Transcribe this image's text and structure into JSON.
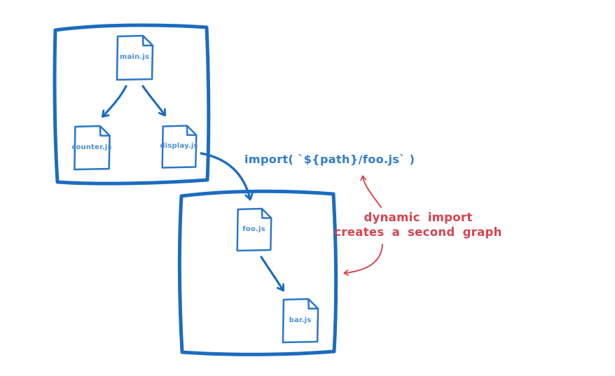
{
  "colors": {
    "box_blue": "#1b6cc0",
    "icon_blue": "#2b77c9",
    "label_blue": "#4a8fd6",
    "code_blue": "#2f7ccb",
    "annotation_red": "#d6434f",
    "background": "#ffffff"
  },
  "graph1": {
    "nodes": {
      "main": "main.js",
      "counter": "counter.js",
      "display": "display.js"
    },
    "edges": [
      {
        "from": "main.js",
        "to": "counter.js"
      },
      {
        "from": "main.js",
        "to": "display.js"
      }
    ]
  },
  "graph2": {
    "nodes": {
      "foo": "foo.js",
      "bar": "bar.js"
    },
    "edges": [
      {
        "from": "foo.js",
        "to": "bar.js"
      }
    ]
  },
  "dynamic_import": {
    "code": "import( `${path}/foo.js` )",
    "from": "display.js",
    "to": "foo.js"
  },
  "annotation": {
    "line1": "dynamic import",
    "line2": "creates a second graph"
  }
}
